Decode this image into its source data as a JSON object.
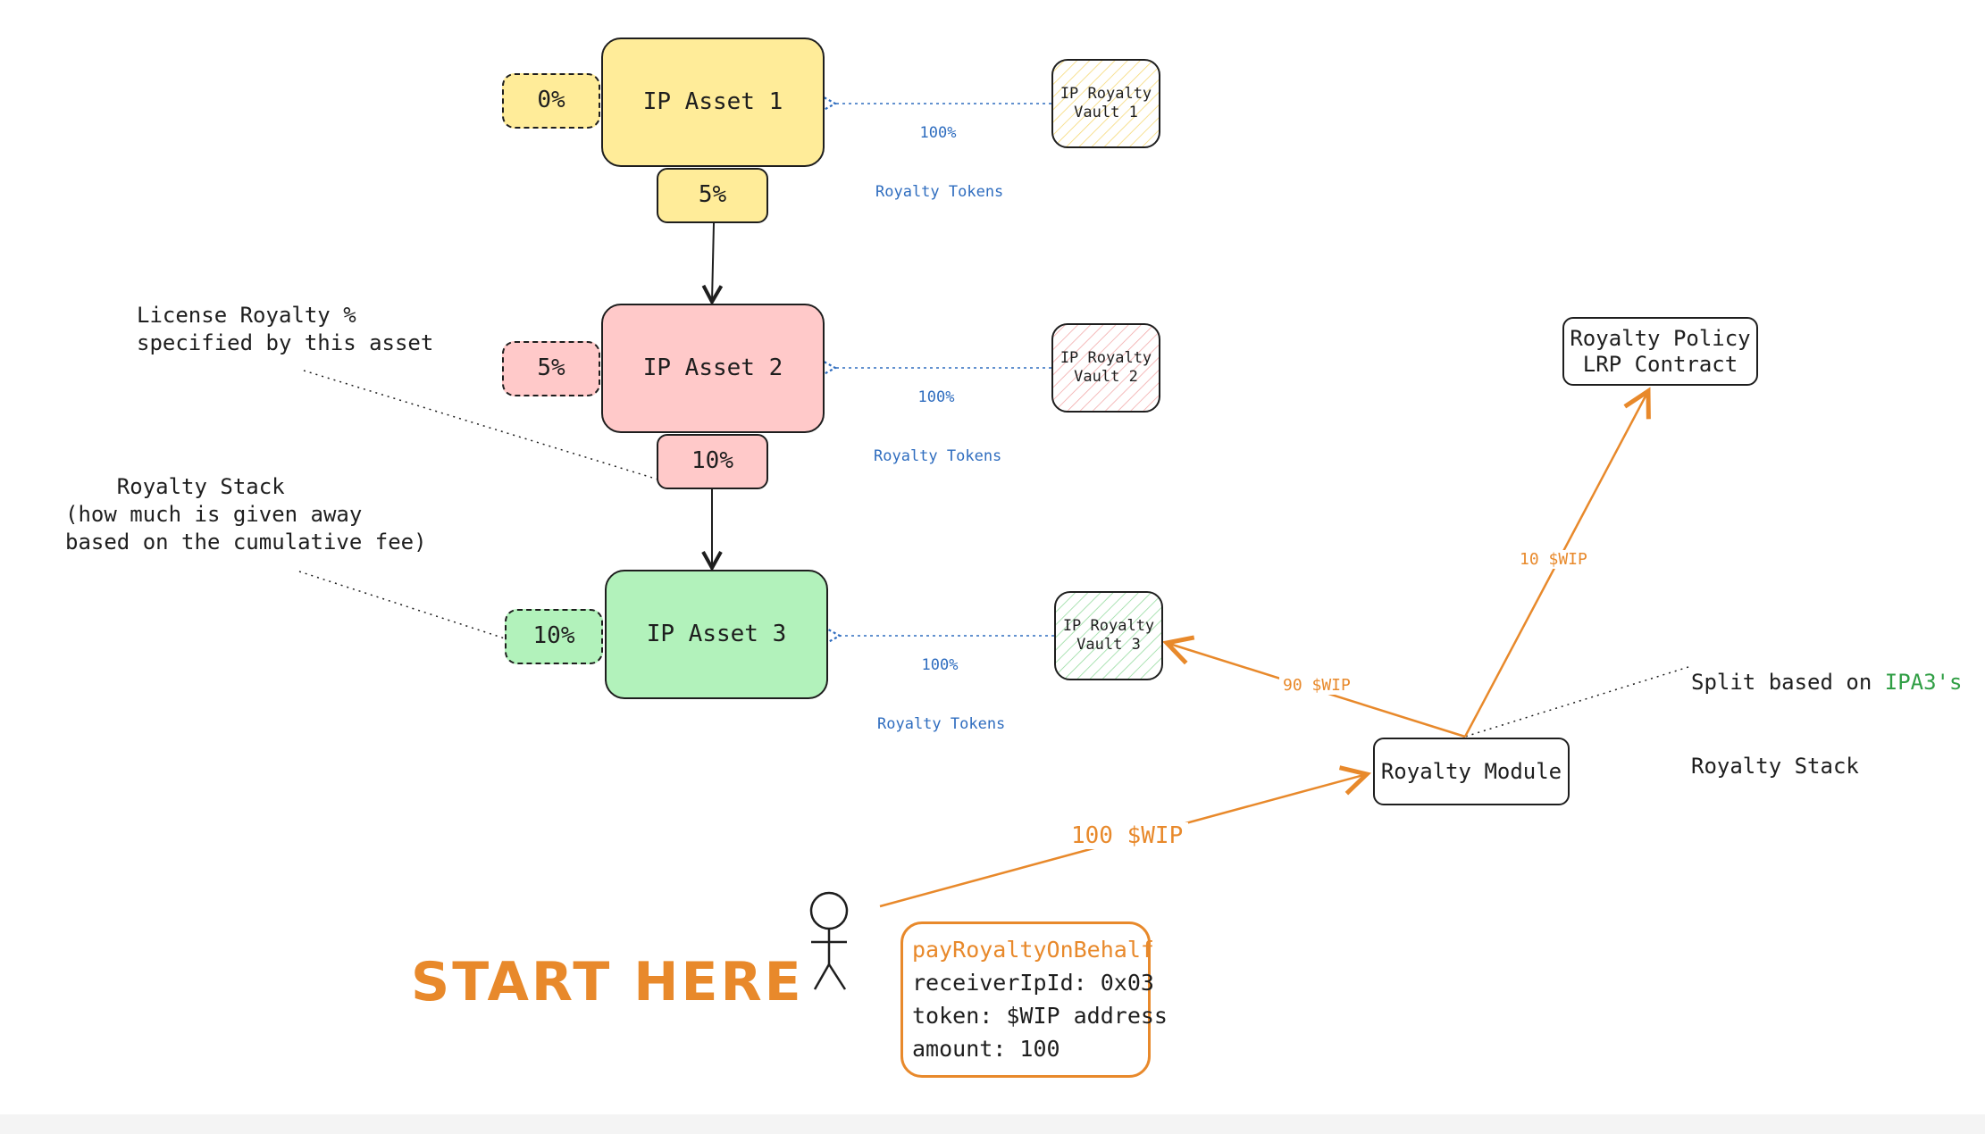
{
  "assets": [
    {
      "label": "IP Asset 1",
      "fill": "#ffec99",
      "stack": "0%",
      "license": "5%",
      "vault": "IP Royalty\nVault 1",
      "vault_fill": "#fff9db",
      "tokens_pct": "100%",
      "tokens_label": "Royalty Tokens"
    },
    {
      "label": "IP Asset 2",
      "fill": "#ffc9c9",
      "stack": "5%",
      "license": "10%",
      "vault": "IP Royalty\nVault 2",
      "vault_fill": "#fff0f0",
      "tokens_pct": "100%",
      "tokens_label": "Royalty Tokens"
    },
    {
      "label": "IP Asset 3",
      "fill": "#b2f2bb",
      "stack": "10%",
      "vault": "IP Royalty\nVault 3",
      "vault_fill": "#ebfbee",
      "tokens_pct": "100%",
      "tokens_label": "Royalty Tokens"
    }
  ],
  "notes": {
    "license_royalty": "License Royalty %\nspecified by this asset",
    "royalty_stack": "    Royalty Stack\n(how much is given away\nbased on the cumulative fee)",
    "split_prefix": "Split based on ",
    "split_highlight": "IPA3's",
    "split_suffix": "Royalty Stack"
  },
  "royalty_module": "Royalty Module",
  "royalty_policy": "Royalty Policy\nLRP Contract",
  "flows": {
    "to_module": "100 $WIP",
    "to_vault3": "90 $WIP",
    "to_policy": "10 $WIP"
  },
  "start": "START HERE",
  "call": {
    "fn": "payRoyaltyOnBehalf",
    "receiver": "receiverIpId: 0x03",
    "token": "token: $WIP address",
    "amount": "amount: 100"
  },
  "colors": {
    "accent": "#e8892b",
    "blue": "#2f6dbf",
    "green": "#2f9e44"
  }
}
